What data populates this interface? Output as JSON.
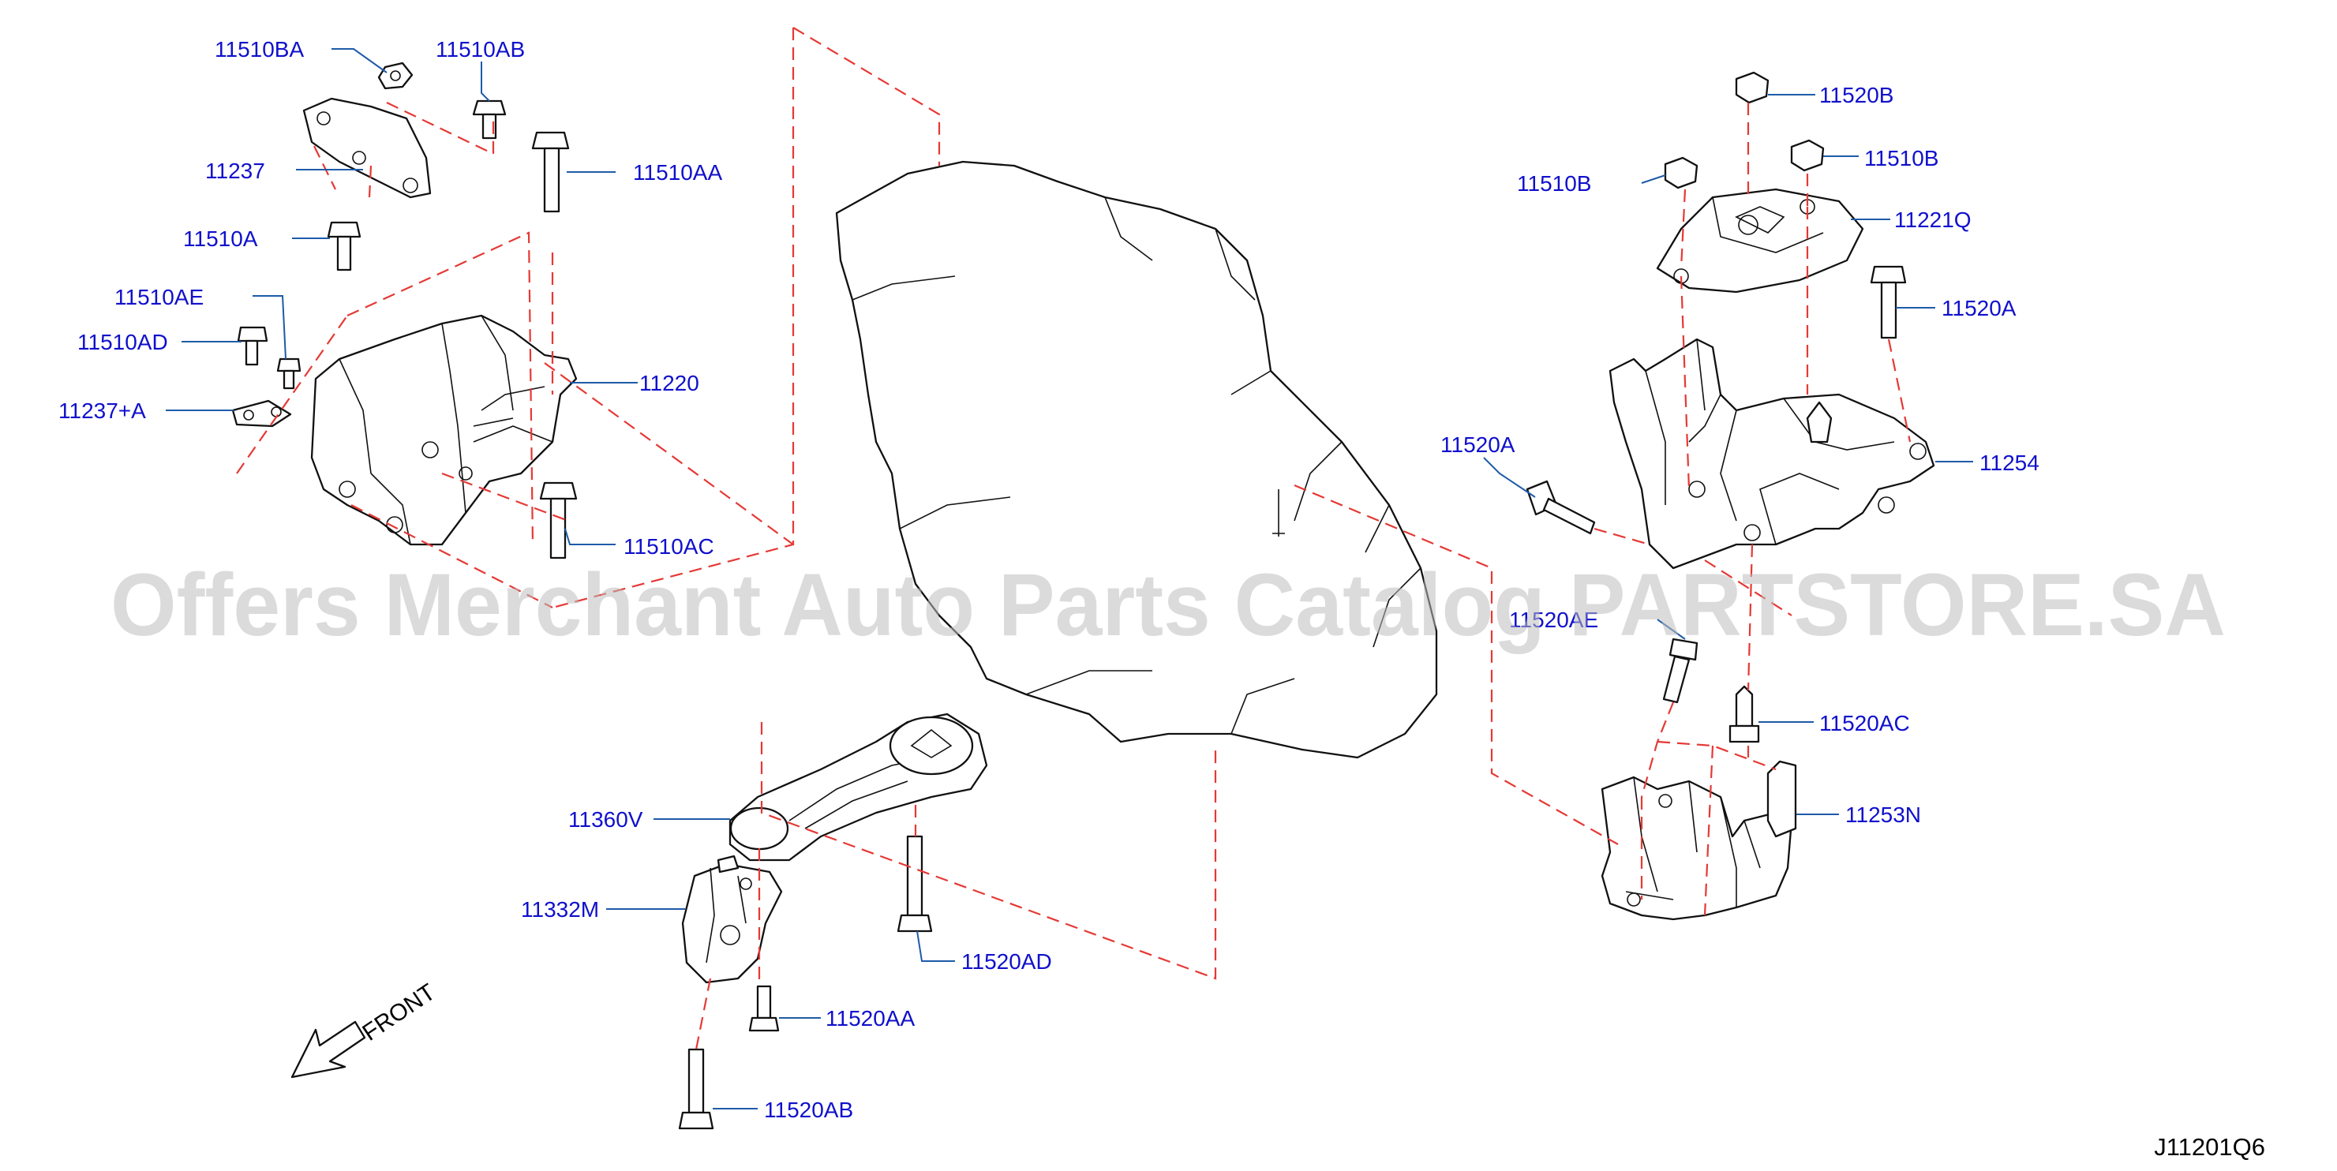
{
  "diagram": {
    "parts": [
      {
        "id": "p01",
        "label": "11510BA"
      },
      {
        "id": "p02",
        "label": "11510AB"
      },
      {
        "id": "p03",
        "label": "11237"
      },
      {
        "id": "p04",
        "label": "11510AA"
      },
      {
        "id": "p05",
        "label": "11510A"
      },
      {
        "id": "p06",
        "label": "11510AE"
      },
      {
        "id": "p07",
        "label": "11510AD"
      },
      {
        "id": "p08",
        "label": "11237+A"
      },
      {
        "id": "p09",
        "label": "11220"
      },
      {
        "id": "p10",
        "label": "11510AC"
      },
      {
        "id": "p11",
        "label": "11520B"
      },
      {
        "id": "p12",
        "label": "11510B"
      },
      {
        "id": "p13",
        "label": "11510B"
      },
      {
        "id": "p14",
        "label": "11221Q"
      },
      {
        "id": "p15",
        "label": "11520A"
      },
      {
        "id": "p16",
        "label": "11254"
      },
      {
        "id": "p17",
        "label": "11520A"
      },
      {
        "id": "p18",
        "label": "11520AE"
      },
      {
        "id": "p19",
        "label": "11520AC"
      },
      {
        "id": "p20",
        "label": "11253N"
      },
      {
        "id": "p21",
        "label": "11360V"
      },
      {
        "id": "p22",
        "label": "11332M"
      },
      {
        "id": "p23",
        "label": "11520AD"
      },
      {
        "id": "p24",
        "label": "11520AA"
      },
      {
        "id": "p25",
        "label": "11520AB"
      }
    ],
    "front_label": "FRONT",
    "diagram_code": "J11201Q6",
    "watermark": "Offers Merchant Auto Parts Catalog PARTSTORE.SA"
  },
  "colors": {
    "label": "#1010cc",
    "leader": "#1e5ba8",
    "dashed": "#e53935",
    "linework": "#111111"
  }
}
